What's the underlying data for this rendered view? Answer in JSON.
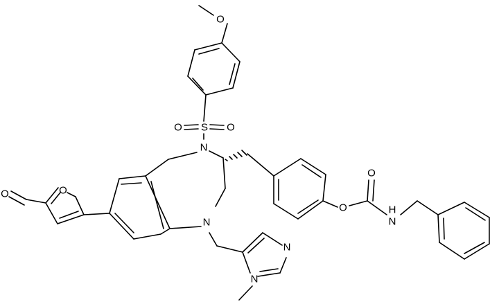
{
  "atoms": {
    "o_methoxy": "O",
    "s_sulfonyl": "S",
    "o_sulfonyl_left": "O",
    "o_sulfonyl_right": "O",
    "n_sulfonamide": "N",
    "n_diazepine": "N",
    "o_furan": "O",
    "o_aldehyde": "O",
    "n_imid_upper": "N",
    "n_imid_methyl": "N",
    "o_carbonyl": "O",
    "o_ester": "O",
    "nh_carbamate": "N",
    "h_carbamate": "H"
  }
}
